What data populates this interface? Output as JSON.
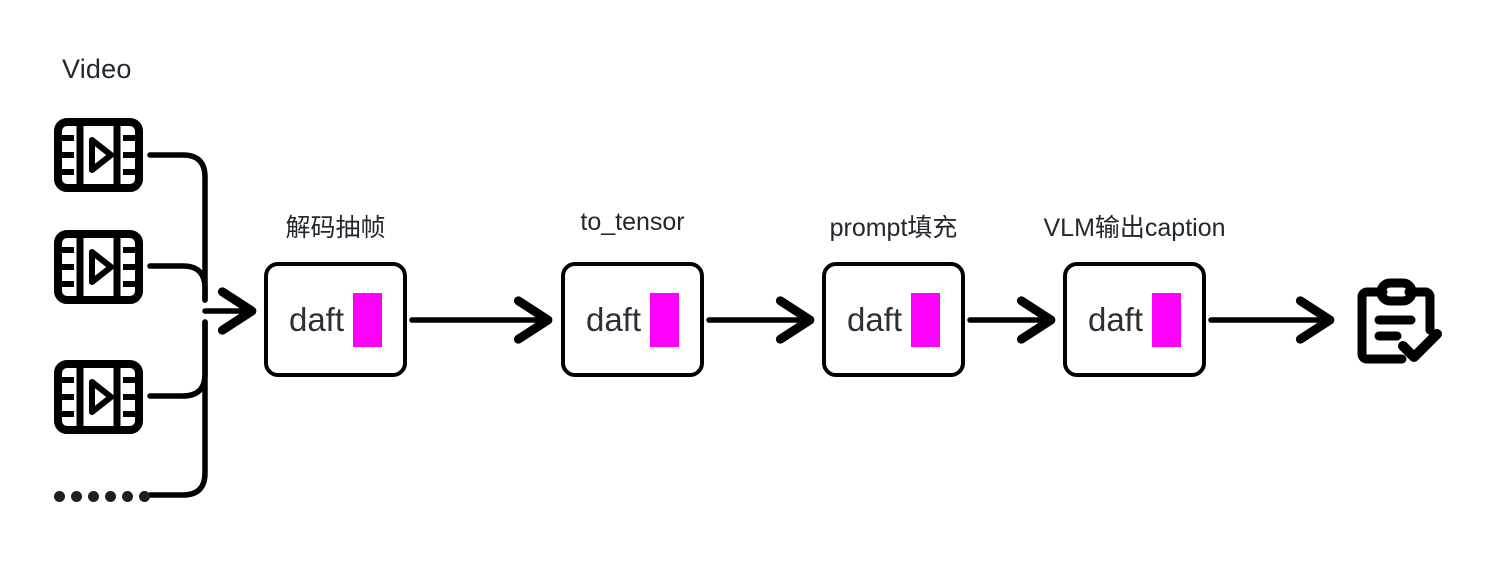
{
  "diagram": {
    "type": "pipeline-flow",
    "background_color": "#ffffff",
    "accent_color": "#ff00ff",
    "line_color": "#000000",
    "text_color": "#23272e",
    "source": {
      "label": "Video",
      "icon_name": "film-strip-icon",
      "item_count": 3,
      "ellipsis_dot_count": 6,
      "ellipsis_label": "......"
    },
    "stages": [
      {
        "label": "解码抽帧",
        "engine": "daft",
        "swatch_color": "#ff00ff"
      },
      {
        "label": "to_tensor",
        "engine": "daft",
        "swatch_color": "#ff00ff"
      },
      {
        "label": "prompt填充",
        "engine": "daft",
        "swatch_color": "#ff00ff"
      },
      {
        "label": "VLM输出caption",
        "engine": "daft",
        "swatch_color": "#ff00ff"
      }
    ],
    "output": {
      "icon_name": "clipboard-check-icon"
    }
  }
}
